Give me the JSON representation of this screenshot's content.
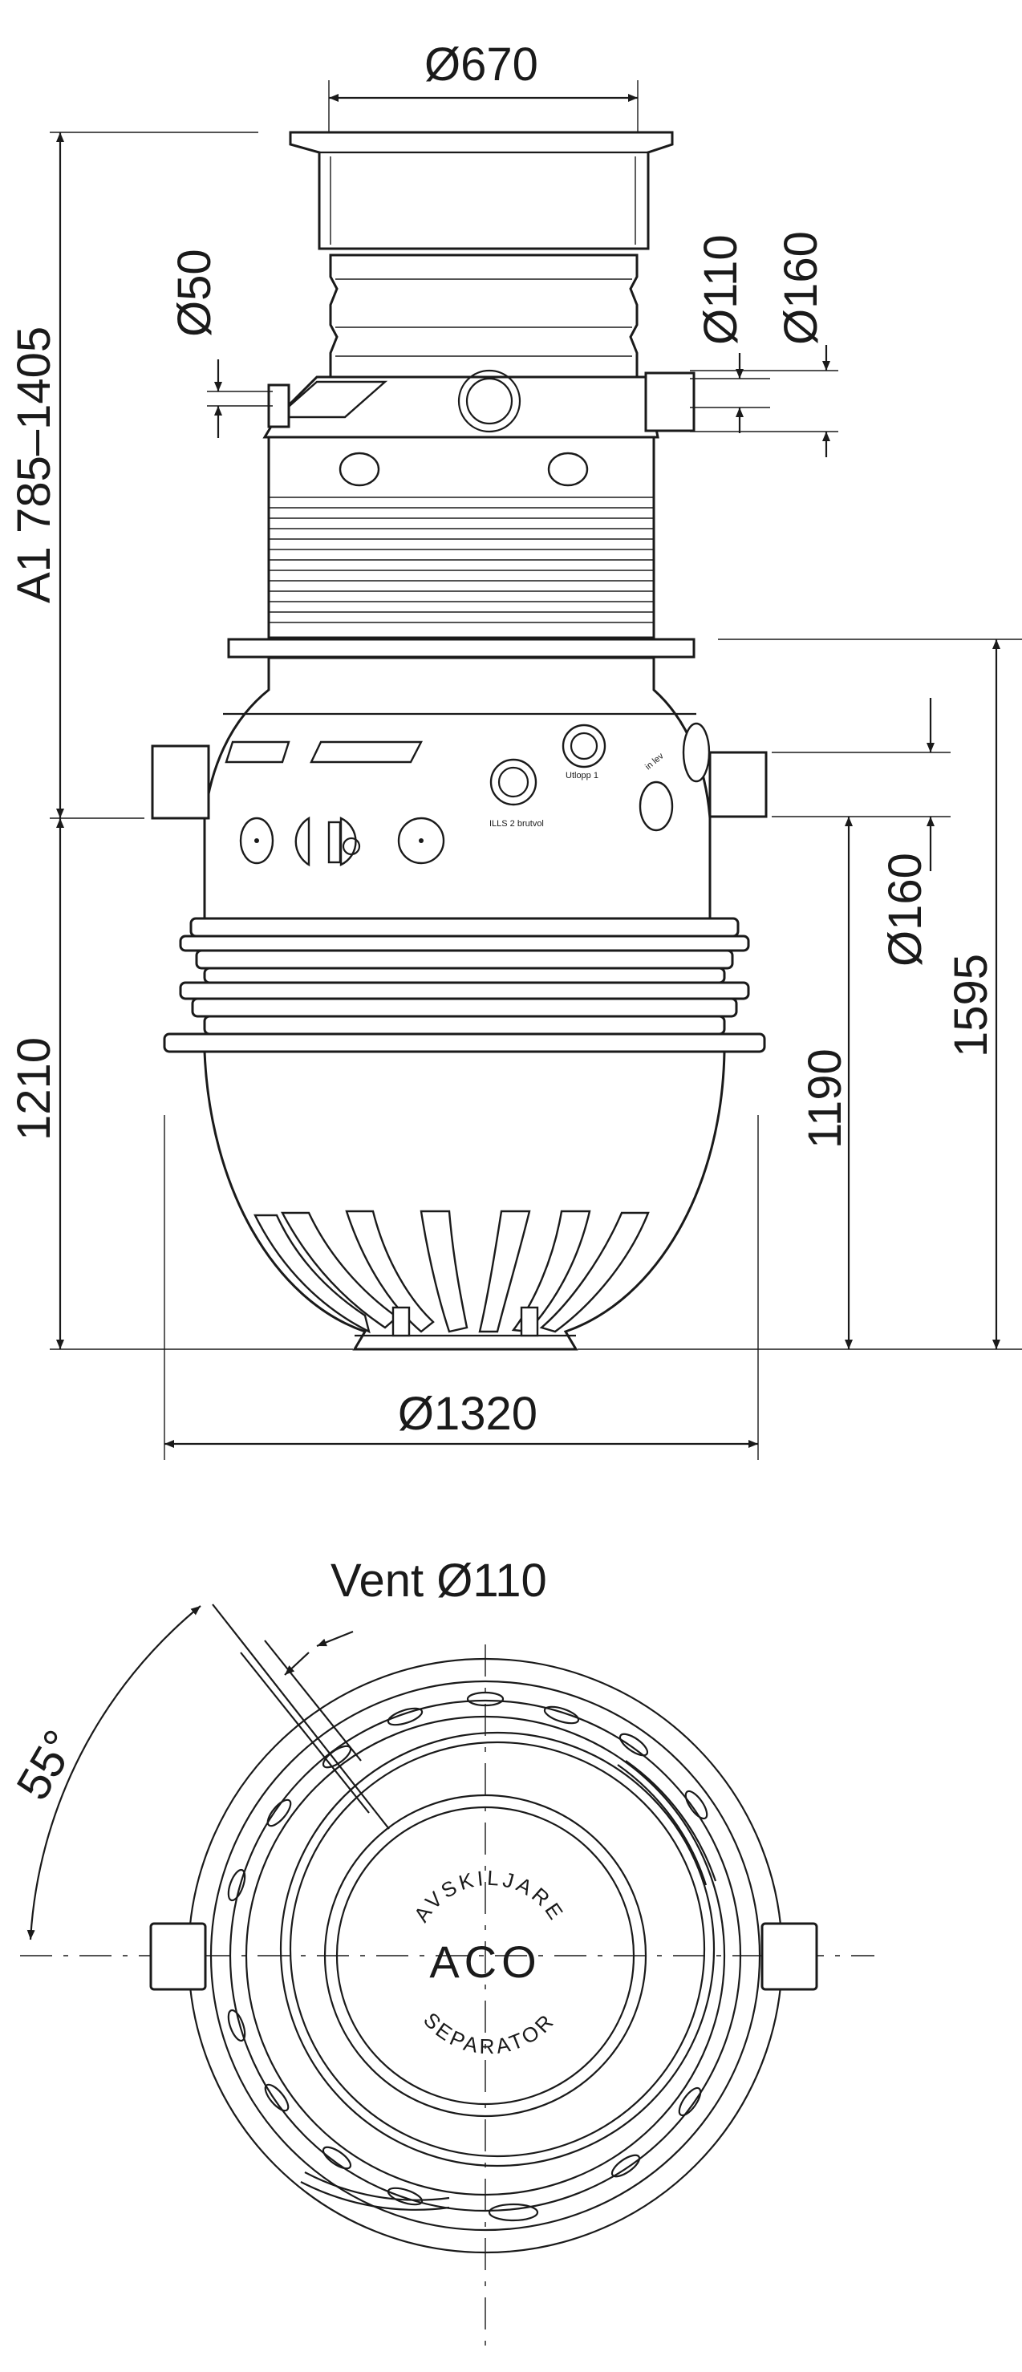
{
  "dimensions": {
    "top_diameter": "Ø670",
    "vent_small": "Ø50",
    "inlet_a": "Ø110",
    "inlet_b": "Ø160",
    "height_range": "A1 785–1405",
    "outlet": "Ø160",
    "total_height": "1595",
    "outlet_height": "1190",
    "inlet_height": "1210",
    "tank_diameter": "Ø1320",
    "vent_label": "Vent Ø110",
    "angle": "55°"
  },
  "lid": {
    "brand": "ACO",
    "text_top": "AVSKILJARE",
    "text_bottom": "SEPARATOR"
  },
  "colors": {
    "line": "#1a1a1a",
    "background": "#ffffff"
  }
}
